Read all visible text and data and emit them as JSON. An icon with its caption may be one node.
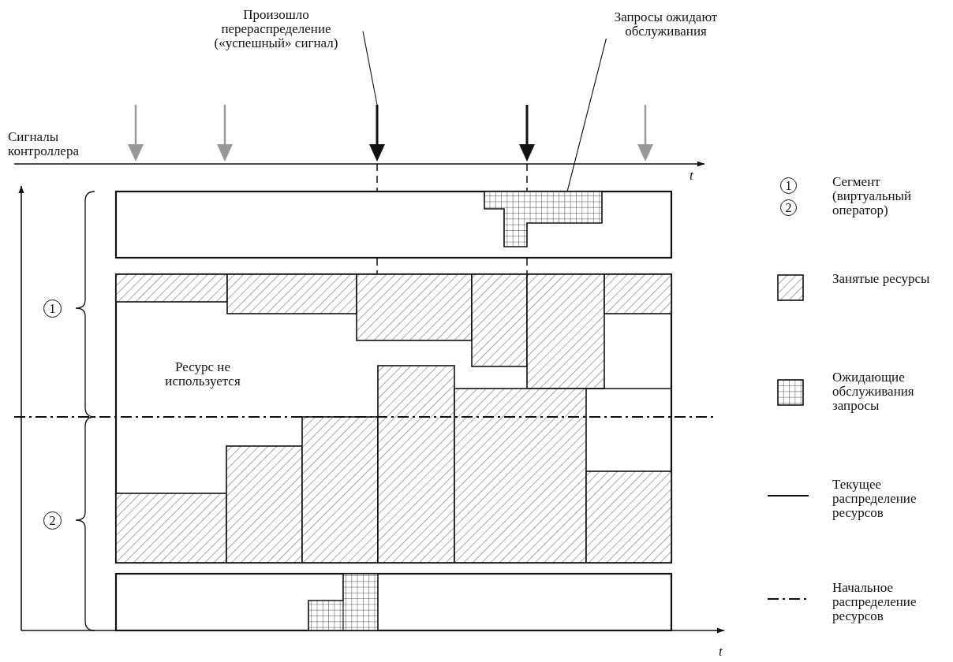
{
  "diagram": {
    "nodes": [
      {
        "text": [
          "Произошло перераспределение («успешный» сигнал)"
        ]
      },
      {
        "text": [
          "Запросы ожидают обслуживания"
        ]
      },
      {
        "text": [
          "1"
        ]
      },
      {
        "text": [
          "2"
        ]
      },
      {
        "text": [
          "1"
        ]
      },
      {
        "text": [
          "2"
        ]
      },
      {
        "text": [],
        "shape": "box"
      }
    ],
    "edges": [
      {
        "from": 0,
        "to": null,
        "arrow": "none"
      },
      {
        "from": 1,
        "to": 6,
        "arrow": "none"
      }
    ],
    "labels": [
      "Сигналы контроллера",
      "t",
      "Ресурс не используется",
      "t"
    ],
    "legend": [
      {
        "text": "Сегмент (виртуальный оператор)"
      },
      {
        "text": "Занятые ресурсы"
      },
      {
        "text": "Ожидающие обслуживания запросы"
      },
      {
        "text": "Текущее распределение ресурсов"
      },
      {
        "text": "Начальное распределение ресурсов"
      }
    ]
  }
}
